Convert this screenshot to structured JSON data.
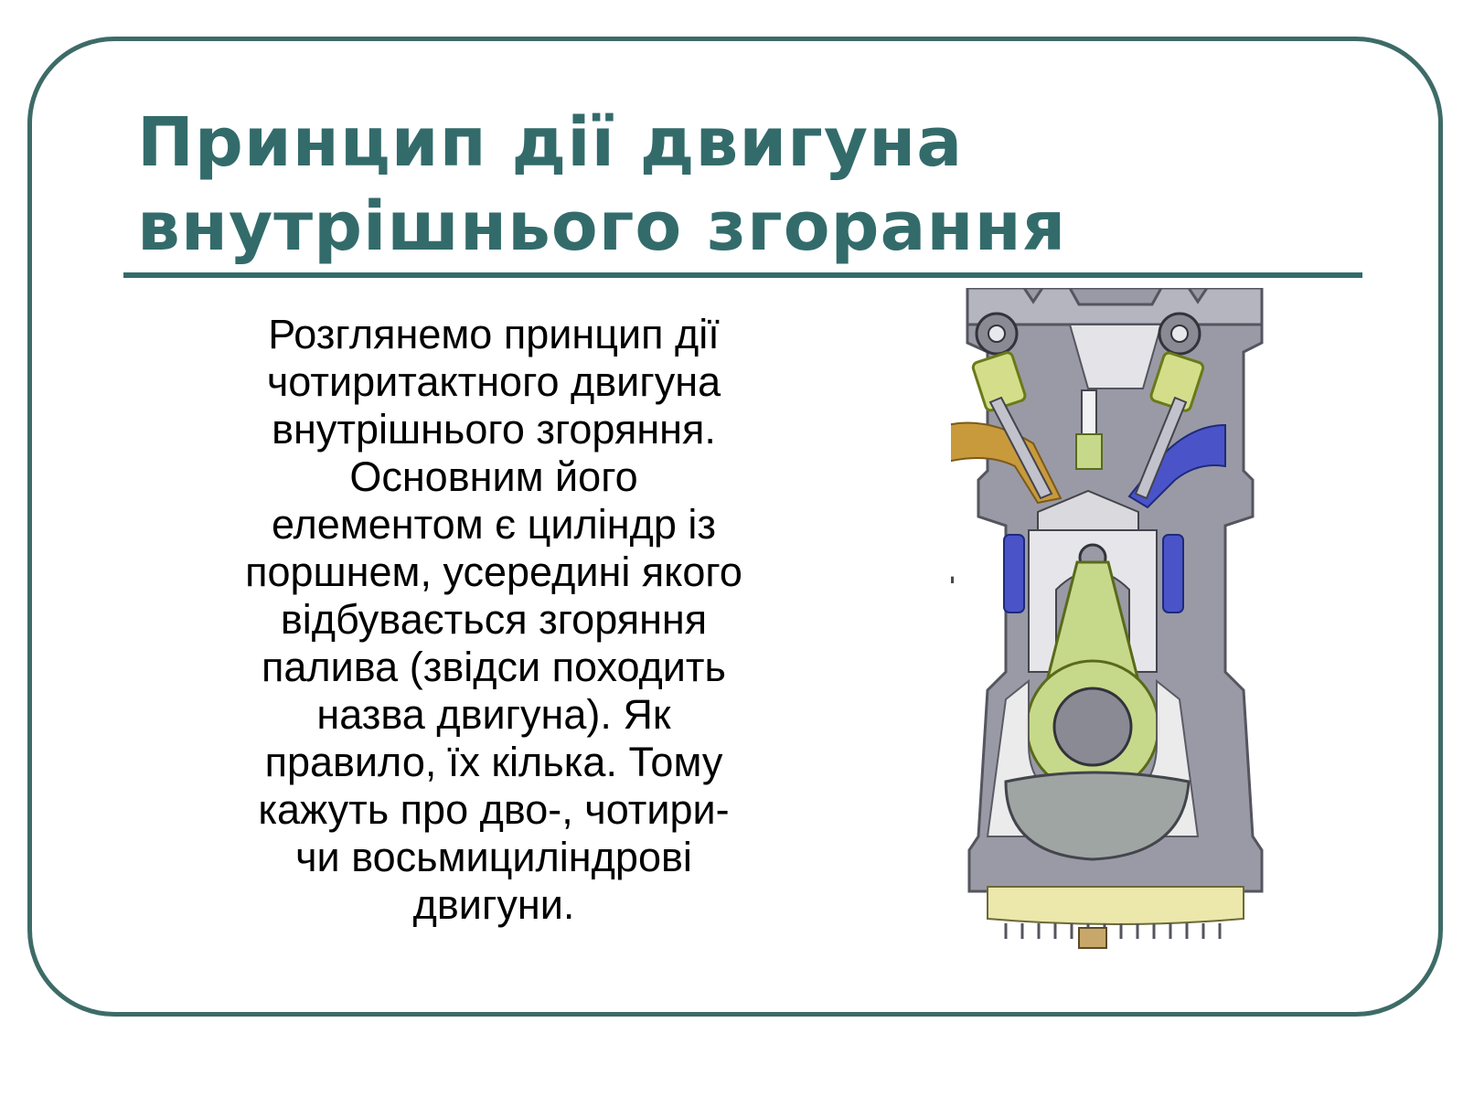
{
  "slide": {
    "title_lines": [
      "Принцип дії двигуна",
      "внутрішнього згорання"
    ],
    "body_lines": [
      "Розглянемо принцип дії",
      "чотиритактного двигуна",
      "внутрішнього згоряння.",
      "Основним його",
      "елементом є циліндр із",
      "поршнем, усередині якого",
      "відбувається згоряння",
      "палива (звідси походить",
      "назва двигуна). Як",
      "правило, їх кілька. Тому",
      "кажуть про дво-, чотири-",
      "чи восьмициліндрові",
      "двигуни."
    ],
    "engine_figure": {
      "stroke_number": "4",
      "colors": {
        "title": "#336b6b",
        "frame": "#3d6b68",
        "engine_body": "#9a9aa6",
        "connecting_rod": "#c6d98a",
        "intake_port": "#c89a3c",
        "exhaust_port": "#4a54c8",
        "oil_sump": "#ece7ab"
      }
    }
  }
}
